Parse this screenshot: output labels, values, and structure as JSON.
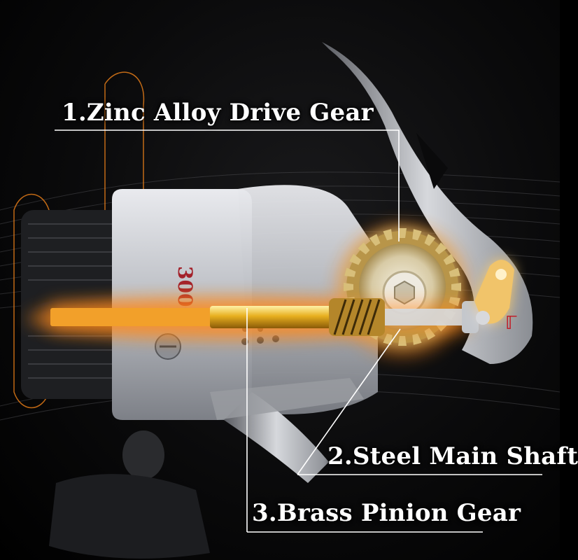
{
  "labels": {
    "drive_gear": "1.Zinc Alloy Drive Gear",
    "main_shaft": "2.Steel Main Shaft",
    "pinion_gear": "3.Brass Pinion Gear"
  },
  "reel": {
    "model_text": "3000"
  },
  "colors": {
    "background": "#050505",
    "reel_body": "#c9cbd0",
    "shaft_gold": "#e8b020",
    "glow_orange": "#ff8a1a",
    "callout_text": "#ffffff",
    "accent_red": "#c0202a"
  }
}
